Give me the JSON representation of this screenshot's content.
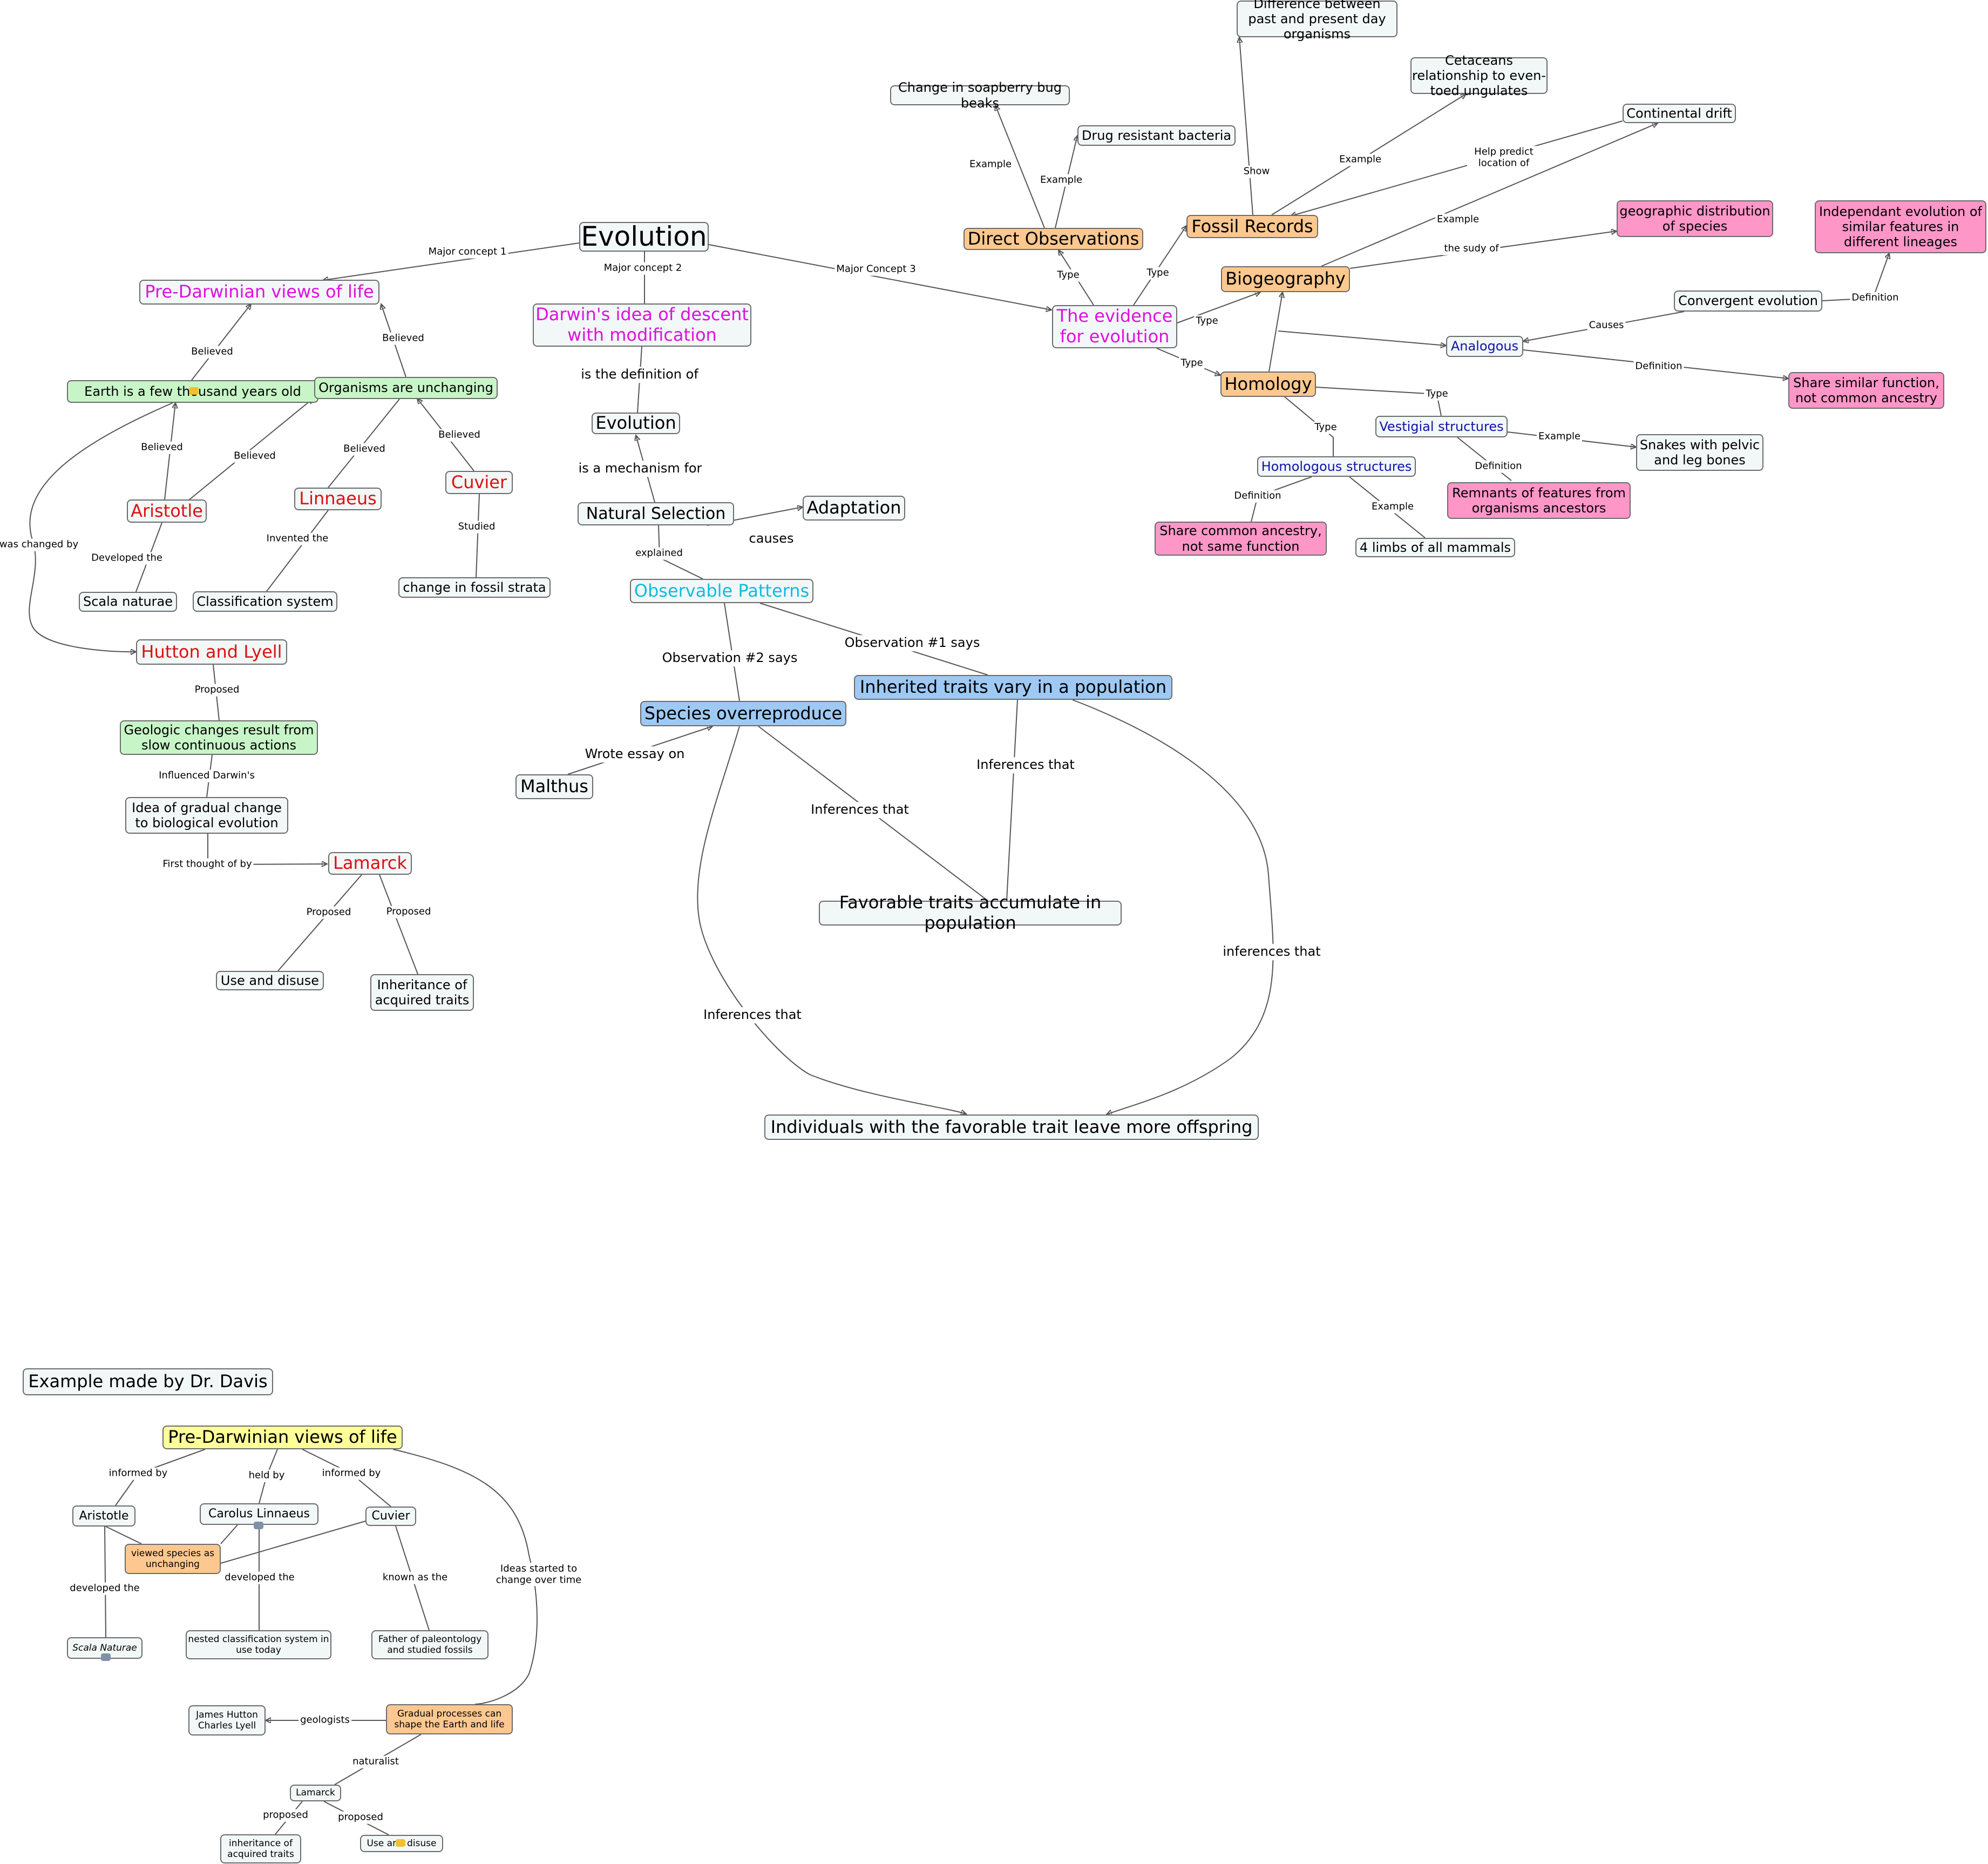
{
  "colors": {
    "node_fill": "#f2f7f7",
    "node_border": "#6b6b6b",
    "edge": "#555555",
    "green": "#c8f5c8",
    "orange": "#fcc890",
    "pink": "#ff96c8",
    "blue": "#9ec9f5",
    "yellow": "#ffff99",
    "red_text": "#dd1111",
    "magenta_text": "#dd11dd",
    "cyan_text": "#11bbdd",
    "navy_text": "#1111aa"
  },
  "nodes": [
    {
      "id": "evolution",
      "text": "Evolution",
      "kind": "root"
    },
    {
      "id": "pre_darwin",
      "text": "Pre-Darwinian views of life",
      "kind": "topic-magenta"
    },
    {
      "id": "darwin_idea",
      "text": "Darwin's idea of descent with modification",
      "kind": "topic-magenta"
    },
    {
      "id": "evidence",
      "text": "The evidence for evolution",
      "kind": "topic-magenta"
    },
    {
      "id": "earth_few",
      "text": "Earth is a few thousand years old",
      "kind": "belief"
    },
    {
      "id": "org_unchanging",
      "text": "Organisms are unchanging",
      "kind": "belief"
    },
    {
      "id": "aristotle",
      "text": "Aristotle",
      "kind": "person"
    },
    {
      "id": "linnaeus",
      "text": "Linnaeus",
      "kind": "person"
    },
    {
      "id": "cuvier",
      "text": "Cuvier",
      "kind": "person"
    },
    {
      "id": "scala",
      "text": "Scala naturae",
      "kind": "plain"
    },
    {
      "id": "classification",
      "text": "Classification system",
      "kind": "plain"
    },
    {
      "id": "fossil_strata",
      "text": "change in fossil strata",
      "kind": "plain"
    },
    {
      "id": "hutton",
      "text": "Hutton and Lyell",
      "kind": "person"
    },
    {
      "id": "geologic",
      "text": "Geologic changes result from slow continuous actions",
      "kind": "belief"
    },
    {
      "id": "gradual",
      "text": "Idea of gradual change to biological evolution",
      "kind": "plain"
    },
    {
      "id": "lamarck",
      "text": "Lamarck",
      "kind": "person"
    },
    {
      "id": "use_disuse",
      "text": "Use and disuse",
      "kind": "plain"
    },
    {
      "id": "inheritance",
      "text": "Inheritance of acquired traits",
      "kind": "plain"
    },
    {
      "id": "evolution2",
      "text": "Evolution",
      "kind": "plain"
    },
    {
      "id": "natural_sel",
      "text": "Natural Selection",
      "kind": "plain"
    },
    {
      "id": "adaptation",
      "text": "Adaptation",
      "kind": "plain"
    },
    {
      "id": "observable",
      "text": "Observable Patterns",
      "kind": "cyan"
    },
    {
      "id": "overreproduce",
      "text": "Species overreproduce",
      "kind": "blue"
    },
    {
      "id": "inherited",
      "text": "Inherited traits vary in a population",
      "kind": "blue"
    },
    {
      "id": "malthus",
      "text": "Malthus",
      "kind": "plain"
    },
    {
      "id": "favorable",
      "text": "Favorable traits accumulate in population",
      "kind": "plain"
    },
    {
      "id": "individuals",
      "text": "Individuals with the favorable trait leave more offspring",
      "kind": "plain"
    },
    {
      "id": "direct_obs",
      "text": "Direct Observations",
      "kind": "orange"
    },
    {
      "id": "fossil_rec",
      "text": "Fossil Records",
      "kind": "orange"
    },
    {
      "id": "biogeo",
      "text": "Biogeography",
      "kind": "orange"
    },
    {
      "id": "homology",
      "text": "Homology",
      "kind": "orange"
    },
    {
      "id": "soapberry",
      "text": "Change in soapberry bug beaks",
      "kind": "plain"
    },
    {
      "id": "drug",
      "text": "Drug resistant bacteria",
      "kind": "plain"
    },
    {
      "id": "difference",
      "text": "Difference between past and present day organisms",
      "kind": "plain"
    },
    {
      "id": "cetaceans",
      "text": "Cetaceans relationship to even-toed ungulates",
      "kind": "plain"
    },
    {
      "id": "continental",
      "text": "Continental drift",
      "kind": "plain"
    },
    {
      "id": "geo_dist",
      "text": "geographic distribution of species",
      "kind": "pink"
    },
    {
      "id": "indep_evo",
      "text": "Independant evolution of similar features in different lineages",
      "kind": "pink"
    },
    {
      "id": "convergent",
      "text": "Convergent evolution",
      "kind": "plain"
    },
    {
      "id": "analogous",
      "text": "Analogous",
      "kind": "navy"
    },
    {
      "id": "share_func",
      "text": "Share similar function, not common ancestry",
      "kind": "pink"
    },
    {
      "id": "vestigial",
      "text": "Vestigial structures",
      "kind": "navy"
    },
    {
      "id": "snakes",
      "text": "Snakes with pelvic and leg bones",
      "kind": "plain"
    },
    {
      "id": "homologous",
      "text": "Homologous structures",
      "kind": "navy"
    },
    {
      "id": "remnants",
      "text": "Remnants of features from organisms ancestors",
      "kind": "pink"
    },
    {
      "id": "share_anc",
      "text": "Share common ancestry, not same function",
      "kind": "pink"
    },
    {
      "id": "limbs",
      "text": "4 limbs of all mammals",
      "kind": "plain"
    },
    {
      "id": "example_made",
      "text": "Example made by Dr. Davis",
      "kind": "plain"
    },
    {
      "id": "pd2",
      "text": "Pre-Darwinian views of life",
      "kind": "yellow"
    },
    {
      "id": "aristotle2",
      "text": "Aristotle",
      "kind": "plain"
    },
    {
      "id": "carolus",
      "text": "Carolus Linnaeus",
      "kind": "plain"
    },
    {
      "id": "cuvier2",
      "text": "Cuvier",
      "kind": "plain"
    },
    {
      "id": "viewed",
      "text": "viewed species as unchanging",
      "kind": "orange"
    },
    {
      "id": "scala2",
      "text": "Scala Naturae",
      "kind": "italic"
    },
    {
      "id": "nested",
      "text": "nested classification system in use today",
      "kind": "plain"
    },
    {
      "id": "father",
      "text": "Father of paleontology and studied fossils",
      "kind": "plain"
    },
    {
      "id": "james",
      "text": "James Hutton Charles Lyell",
      "kind": "plain"
    },
    {
      "id": "gradual_proc",
      "text": "Gradual processes can shape the Earth and life",
      "kind": "orange"
    },
    {
      "id": "lamarck2",
      "text": "Lamarck",
      "kind": "plain"
    },
    {
      "id": "inheritance2",
      "text": "inheritance of acquired traits",
      "kind": "plain"
    },
    {
      "id": "use_disuse2",
      "text": "Use and disuse",
      "kind": "plain"
    }
  ],
  "edge_labels": [
    {
      "id": "major1",
      "text": "Major concept 1"
    },
    {
      "id": "major2",
      "text": "Major concept 2"
    },
    {
      "id": "major3",
      "text": "Major Concept 3"
    },
    {
      "id": "believed1",
      "text": "Believed"
    },
    {
      "id": "believed2",
      "text": "Believed"
    },
    {
      "id": "believed3",
      "text": "Believed"
    },
    {
      "id": "believed4",
      "text": "Believed"
    },
    {
      "id": "believed5",
      "text": "Believed"
    },
    {
      "id": "believed6",
      "text": "Believed"
    },
    {
      "id": "developed",
      "text": "Developed the"
    },
    {
      "id": "invented",
      "text": "Invented the"
    },
    {
      "id": "studied",
      "text": "Studied"
    },
    {
      "id": "changed_by",
      "text": "was changed by"
    },
    {
      "id": "proposed1",
      "text": "Proposed"
    },
    {
      "id": "influenced",
      "text": "Influenced Darwin's"
    },
    {
      "id": "first_thought",
      "text": "First thought of by"
    },
    {
      "id": "proposed2",
      "text": "Proposed"
    },
    {
      "id": "proposed3",
      "text": "Proposed"
    },
    {
      "id": "is_def",
      "text": "is the definition of"
    },
    {
      "id": "is_mech",
      "text": "is a mechanism for"
    },
    {
      "id": "causes",
      "text": "causes"
    },
    {
      "id": "explained",
      "text": "explained"
    },
    {
      "id": "obs2",
      "text": "Observation #2 says"
    },
    {
      "id": "obs1",
      "text": "Observation #1 says"
    },
    {
      "id": "wrote",
      "text": "Wrote essay on"
    },
    {
      "id": "inf1",
      "text": "Inferences that"
    },
    {
      "id": "inf2",
      "text": "Inferences that"
    },
    {
      "id": "inf3",
      "text": "Inferences that"
    },
    {
      "id": "inf4",
      "text": "inferences that"
    },
    {
      "id": "type1",
      "text": "Type"
    },
    {
      "id": "type2",
      "text": "Type"
    },
    {
      "id": "type3",
      "text": "Type"
    },
    {
      "id": "type4",
      "text": "Type"
    },
    {
      "id": "type5",
      "text": "Type"
    },
    {
      "id": "type6",
      "text": "Type"
    },
    {
      "id": "example1",
      "text": "Example"
    },
    {
      "id": "example2",
      "text": "Example"
    },
    {
      "id": "show",
      "text": "Show"
    },
    {
      "id": "example3",
      "text": "Example"
    },
    {
      "id": "help_predict",
      "text": "Help predict location of"
    },
    {
      "id": "example4",
      "text": "Example"
    },
    {
      "id": "study_of",
      "text": "the sudy of"
    },
    {
      "id": "definition1",
      "text": "Definition"
    },
    {
      "id": "causes2",
      "text": "Causes"
    },
    {
      "id": "definition2",
      "text": "Definition"
    },
    {
      "id": "example5",
      "text": "Example"
    },
    {
      "id": "definition3",
      "text": "Definition"
    },
    {
      "id": "definition4",
      "text": "Definition"
    },
    {
      "id": "example6",
      "text": "Example"
    },
    {
      "id": "informed1",
      "text": "informed by"
    },
    {
      "id": "held_by",
      "text": "held by"
    },
    {
      "id": "informed2",
      "text": "informed by"
    },
    {
      "id": "developed2",
      "text": "developed the"
    },
    {
      "id": "developed3",
      "text": "developed the"
    },
    {
      "id": "known_as",
      "text": "known as the"
    },
    {
      "id": "ideas_started",
      "text": "Ideas started to change over time"
    },
    {
      "id": "geologists",
      "text": "geologists"
    },
    {
      "id": "naturalist",
      "text": "naturalist"
    },
    {
      "id": "proposed4",
      "text": "proposed"
    },
    {
      "id": "proposed5",
      "text": "proposed"
    }
  ]
}
